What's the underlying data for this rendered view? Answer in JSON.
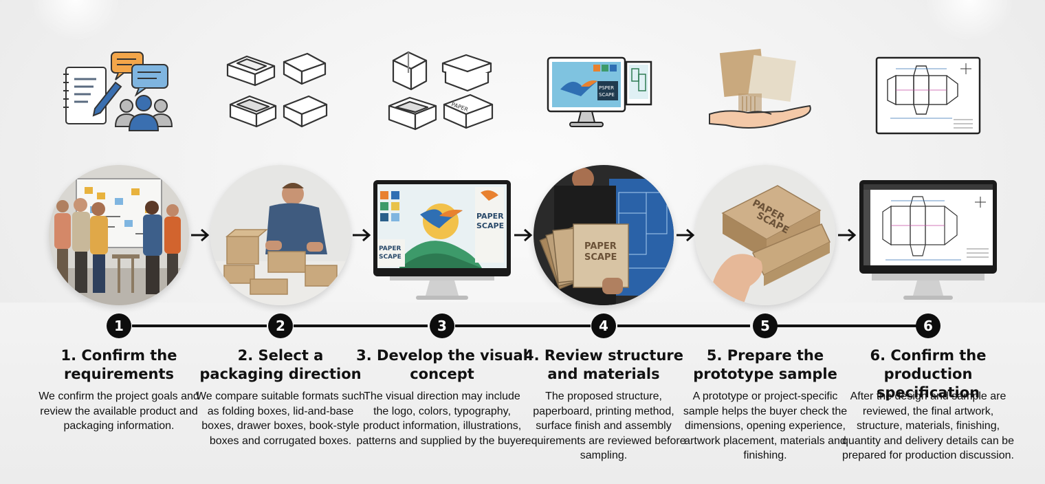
{
  "steps": [
    {
      "number": "1",
      "title": "1. Confirm the requirements",
      "description": "We confirm the project goals and review the available product and packaging information."
    },
    {
      "number": "2",
      "title": "2. Select a packaging direction",
      "description": "We compare suitable formats such as folding boxes, lid-and-base boxes, drawer boxes, book-style boxes and corrugated boxes."
    },
    {
      "number": "3",
      "title": "3. Develop the visual concept",
      "description": "The visual direction may include the logo, colors, typography, product information, illustrations, patterns and supplied by the buyer."
    },
    {
      "number": "4",
      "title": "4. Review structure and materials",
      "description": "The proposed structure, paperboard, printing method, surface finish and assembly requirements are reviewed before sampling."
    },
    {
      "number": "5",
      "title": "5. Prepare the prototype sample",
      "description": "A prototype or project-specific sample helps the buyer check the dimensions, opening experience, artwork placement, materials and finishing."
    },
    {
      "number": "6",
      "title": "6. Confirm the production specification",
      "description": "After the design and sample are reviewed, the final artwork, structure, materials, finishing, quantity and delivery details can be prepared for production discussion."
    }
  ],
  "brand": {
    "line1": "PAPER",
    "line2": "SCAPE"
  },
  "icons": [
    "document-chat-team-icon",
    "box-formats-icon",
    "box-styles-icon",
    "design-monitor-icon",
    "material-swatch-hand-icon",
    "dieline-drawing-icon"
  ],
  "colors": {
    "kraft": "#c9a97e",
    "kraftDark": "#a9875c",
    "ink": "#111111",
    "accentBlue": "#2f6fb3",
    "accentOrange": "#e8812f"
  }
}
